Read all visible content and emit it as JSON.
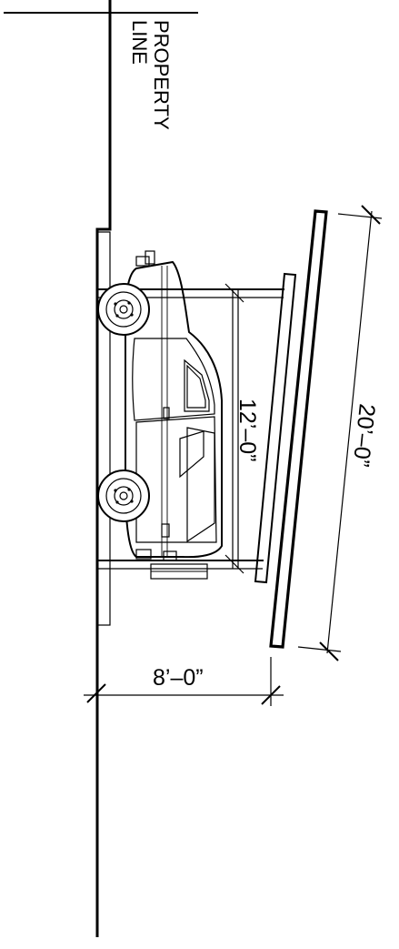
{
  "labels": {
    "property_line": [
      "PROPERTY",
      "LINE"
    ],
    "dim_width": "8’–0”",
    "dim_depth": "12’–0”",
    "dim_length": "20’–0”"
  },
  "drawing": {
    "stroke_color": "#000000",
    "background": "#ffffff",
    "subject": "car-plan-view",
    "element_names": [
      "property-line",
      "curb-edge",
      "parking-pad",
      "vehicle",
      "carport-beam",
      "carport-roof-edge"
    ]
  }
}
